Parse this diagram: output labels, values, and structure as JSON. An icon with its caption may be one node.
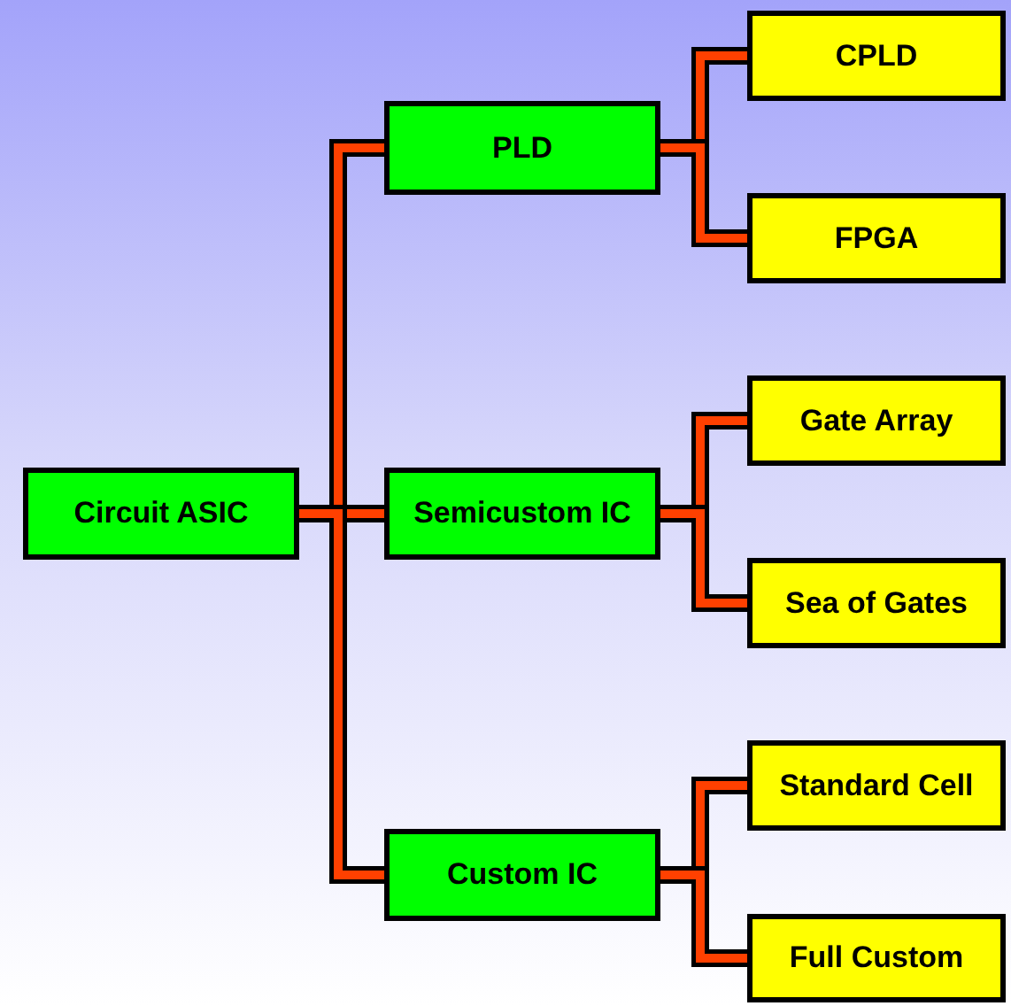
{
  "diagram": {
    "nodes": [
      {
        "text": [
          "Circuit ASIC"
        ]
      },
      {
        "text": [
          "PLD"
        ]
      },
      {
        "text": [
          "Semicustom IC"
        ]
      },
      {
        "text": [
          "Custom IC"
        ]
      },
      {
        "text": [
          "CPLD"
        ]
      },
      {
        "text": [
          "FPGA"
        ]
      },
      {
        "text": [
          "Gate Array"
        ]
      },
      {
        "text": [
          "Sea of Gates"
        ]
      },
      {
        "text": [
          "Standard Cell"
        ]
      },
      {
        "text": [
          "Full Custom"
        ]
      }
    ],
    "edges": [
      {
        "from": 0,
        "to": 1,
        "arrow": "none"
      },
      {
        "from": 0,
        "to": 2,
        "arrow": "none"
      },
      {
        "from": 0,
        "to": 3,
        "arrow": "none"
      },
      {
        "from": 1,
        "to": 4,
        "arrow": "none"
      },
      {
        "from": 1,
        "to": 5,
        "arrow": "none"
      },
      {
        "from": 2,
        "to": 6,
        "arrow": "none"
      },
      {
        "from": 2,
        "to": 7,
        "arrow": "none"
      },
      {
        "from": 3,
        "to": 8,
        "arrow": "none"
      },
      {
        "from": 3,
        "to": 9,
        "arrow": "none"
      }
    ]
  }
}
